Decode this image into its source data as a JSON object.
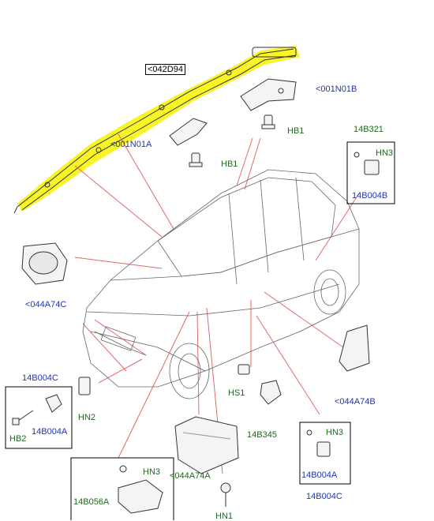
{
  "diagram": {
    "colors": {
      "highlight": "#f7f200",
      "leader_line": "#e06a6a",
      "part_label_blue": "#1f35b5",
      "part_label_green": "#1b6b1b",
      "outline": "#555555"
    },
    "labels": {
      "airbag_curtain_left": "<042D94",
      "bolt_001n01b": "<001N01B",
      "clip_hb1_right": "HB1",
      "box_top_right_header": "14B321",
      "box_top_right_hn3": "HN3",
      "box_top_right_14b004b": "14B004B",
      "bolt_001n01a": "<001N01A",
      "clip_hb1_left": "HB1",
      "driver_airbag": "<044A74C",
      "box_left_header": "14B004C",
      "box_left_hb2": "HB2",
      "box_left_14b004a": "14B004A",
      "hn2": "HN2",
      "hs1": "HS1",
      "sensor_14b345": "14B345",
      "seat_airbag": "<044A74B",
      "box_bottom_right_hn3": "HN3",
      "box_bottom_right_14b004a": "14B004A",
      "box_bottom_right_footer": "14B004C",
      "passenger_airbag": "<044A74A",
      "hn1": "HN1",
      "box_bottom_left_hn3": "HN3",
      "box_bottom_left_14b056a": "14B056A"
    },
    "icons": [
      "curtain-airbag",
      "steering-airbag",
      "passenger-airbag",
      "seat-airbag",
      "crash-sensor",
      "bolt",
      "clip",
      "restraints-control-module",
      "vehicle-outline"
    ]
  }
}
